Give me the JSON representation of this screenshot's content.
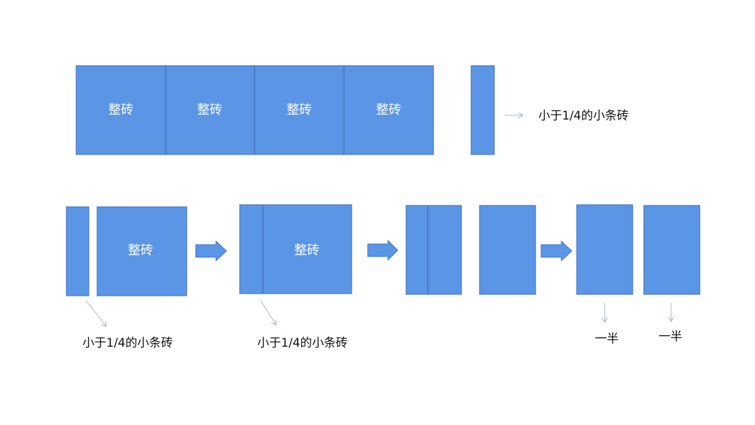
{
  "colors": {
    "brick_fill": "#5b95e5",
    "brick_border": "#4a78c0"
  },
  "top_row": {
    "bricks": [
      "整砖",
      "整砖",
      "整砖",
      "整砖"
    ],
    "strip_label": "小于1/4的小条砖"
  },
  "bottom_row": {
    "step1": {
      "brick": "整砖",
      "strip_label": "小于1/4的小条砖"
    },
    "step2": {
      "brick": "整砖",
      "strip_label": "小于1/4的小条砖"
    },
    "step4": {
      "half_labels": [
        "一半",
        "一半"
      ]
    }
  }
}
